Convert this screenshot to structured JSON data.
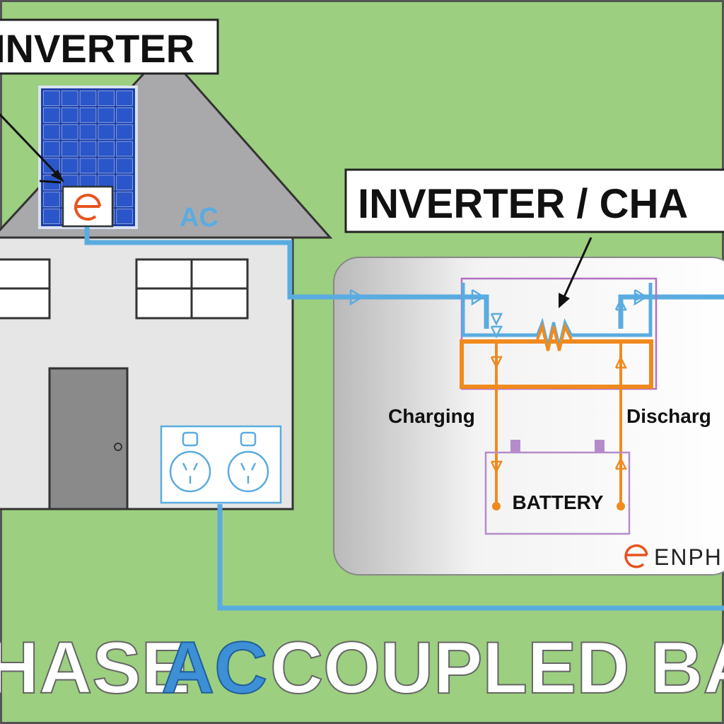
{
  "labels": {
    "microinverter": "INVERTER",
    "inverter_charger": "INVERTER / CHA",
    "ac": "AC",
    "charging": "Charging",
    "discharging": "Discharg",
    "battery": "BATTERY",
    "brand": "ENPH",
    "bottom_prefix": "HASE",
    "bottom_ac": "AC",
    "bottom_suffix": "COUPLED BATT"
  },
  "colors": {
    "background": "#9ccf7f",
    "house": "#e6e6e6",
    "roof": "#a9a9ab",
    "ac_line": "#5aace0",
    "dc_line": "#f08a1f",
    "battery_box": "#b58cc9",
    "inverter_box": "#b070c4",
    "enphase": "#e8531e",
    "bottom_ac": "#3d8fd6"
  }
}
